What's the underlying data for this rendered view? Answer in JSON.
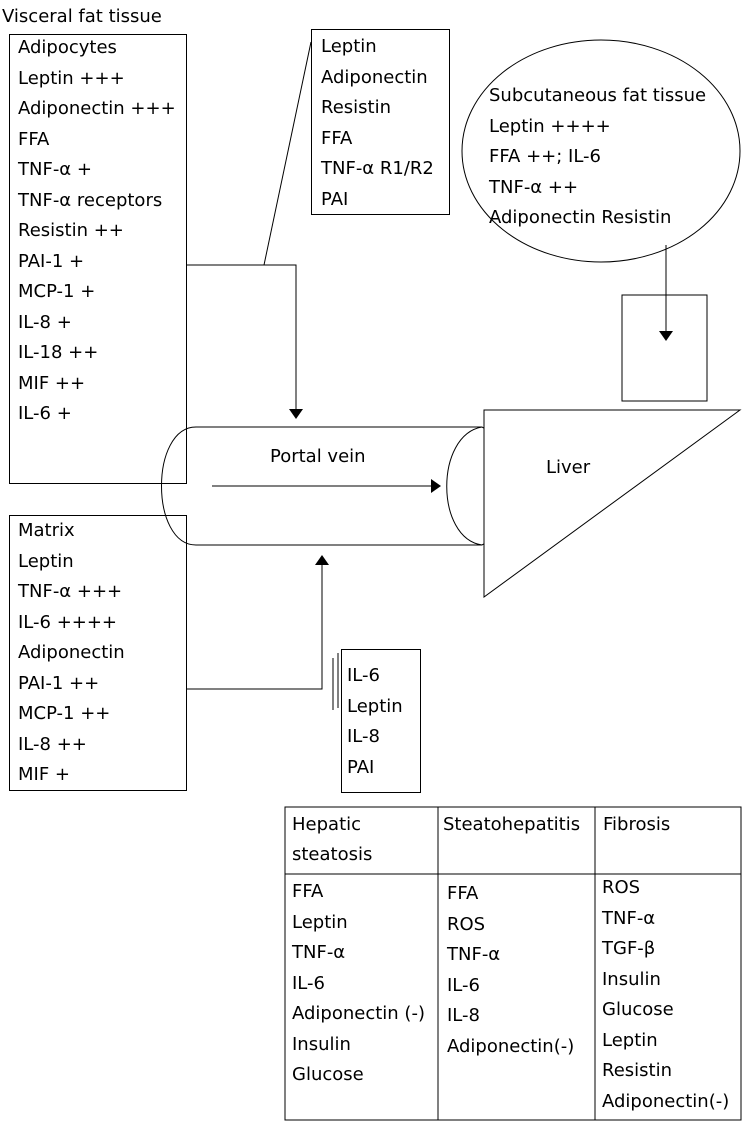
{
  "visceral": {
    "title": "Visceral fat tissue",
    "adipocytes": [
      "Adipocytes",
      "Leptin +++",
      "Adiponectin +++",
      "FFA",
      "TNF-α +",
      "TNF-α receptors",
      "Resistin ++",
      "PAI-1 +",
      "MCP-1 +",
      "IL-8 +",
      "IL-18 ++",
      "MIF ++",
      "IL-6 +"
    ],
    "matrix": [
      "Matrix",
      "Leptin",
      "TNF-α +++",
      "IL-6 ++++",
      "Adiponectin",
      "PAI-1 ++",
      "MCP-1 ++",
      "IL-8 ++",
      "MIF +"
    ]
  },
  "top_box": [
    "Leptin",
    "Adiponectin",
    "Resistin",
    "FFA",
    "TNF-α R1/R2",
    "PAI"
  ],
  "subcutaneous": [
    "Subcutaneous fat tissue",
    "Leptin ++++",
    "FFA ++; IL-6",
    "TNF-α ++",
    "Adiponectin Resistin"
  ],
  "portal_vein_label": "Portal vein",
  "liver_label": "Liver",
  "small_box": [
    "IL-6",
    "Leptin",
    "IL-8",
    "PAI"
  ],
  "table": {
    "headers": [
      "Hepatic steatosis",
      "Steatohepatitis",
      "Fibrosis"
    ],
    "hepatic_steatosis": [
      "FFA",
      "Leptin",
      "TNF-α",
      "IL-6",
      "Adiponectin (-)",
      "Insulin",
      "Glucose"
    ],
    "steatohepatitis": [
      "FFA",
      "ROS",
      "TNF-α",
      "IL-6",
      "IL-8",
      "Adiponectin(-)"
    ],
    "fibrosis": [
      "ROS",
      "TNF-α",
      "TGF-β",
      "Insulin",
      "Glucose",
      "Leptin",
      "Resistin",
      "Adiponectin(-)"
    ]
  }
}
